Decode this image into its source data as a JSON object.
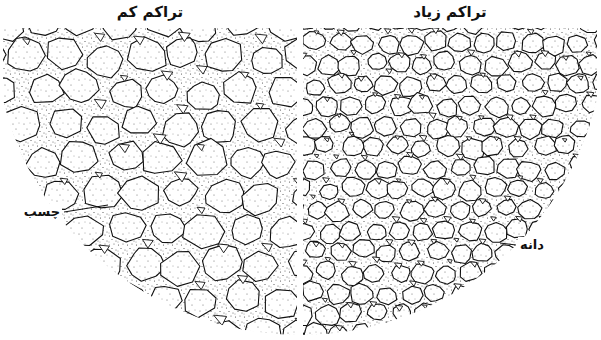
{
  "diagram": {
    "labels": [
      "تراکم کم",
      "تراکم زیاد",
      "چسب",
      "دانه"
    ]
  }
}
